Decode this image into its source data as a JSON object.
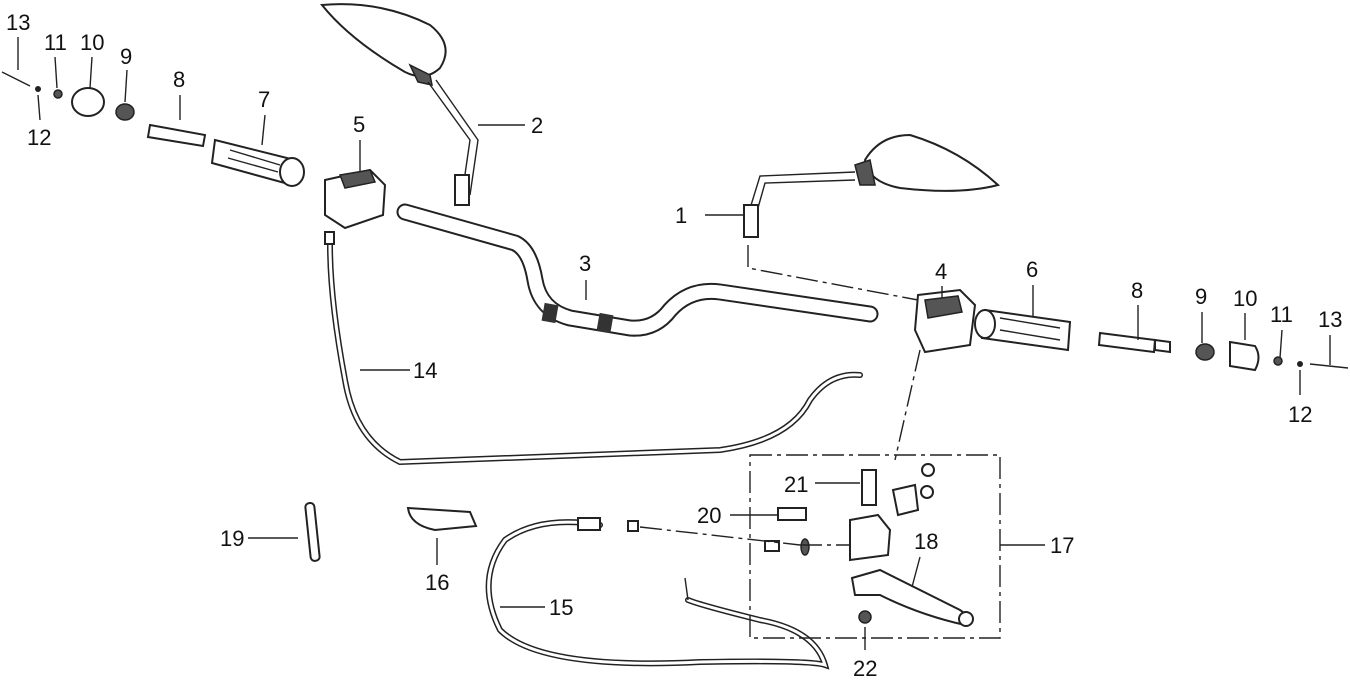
{
  "diagram": {
    "title": "Handlebar assembly exploded view",
    "callouts": [
      "13",
      "11",
      "10",
      "9",
      "8",
      "7",
      "5",
      "2",
      "12",
      "1",
      "3",
      "4",
      "6",
      "8",
      "9",
      "10",
      "11",
      "13",
      "12",
      "14",
      "21",
      "20",
      "17",
      "18",
      "19",
      "16",
      "15",
      "22"
    ]
  }
}
